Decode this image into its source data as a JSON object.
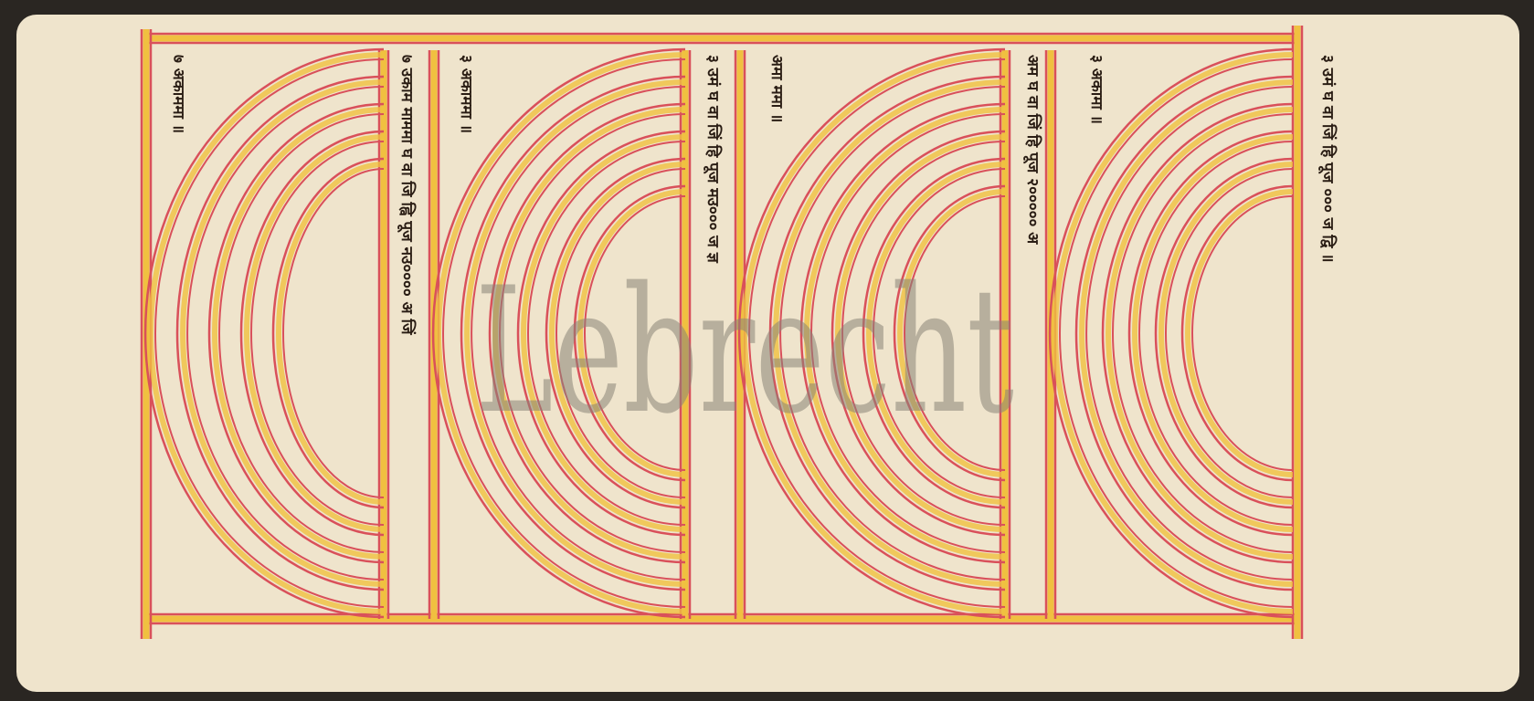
{
  "document": {
    "type": "manuscript-page",
    "panels": 4,
    "colors": {
      "paper": "#efe4cc",
      "red": "#d9505a",
      "yellow": "#f0c040",
      "ink": "#2a1d14",
      "background": "#2a2622"
    },
    "arc_counts": [
      5,
      6,
      6,
      6
    ],
    "column_text": [
      "७ अकाममा ॥",
      "७ उकाम माममा घ वा जि ह्वि पूज नउ०००० अ जिं",
      "३ अकाममा ॥",
      "३ उमं घ वा जिं हि पूज मउ००० ज ज्ञ",
      "अमा ममा ॥",
      "अम घ वा जिं हि पूज २००००० अ",
      "३ अकामा ॥",
      "३ उमं घ वा जिं हि पूज ००० ज द्वि ॥"
    ],
    "watermark": "Lebrecht"
  }
}
